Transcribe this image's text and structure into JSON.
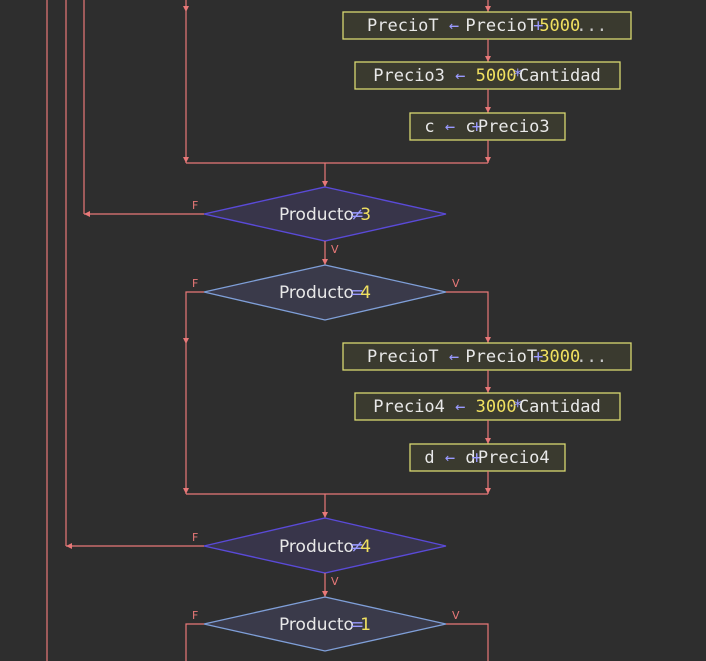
{
  "colors": {
    "background": "#2e2e2e",
    "flow_line": "#e87878",
    "process_border": "#d8d870",
    "process_fill": "#3a3a2f",
    "decision_border_blue": "#7f9fd8",
    "decision_border_purple": "#5a4ad8",
    "text": "#e8e8e8",
    "operator": "#9a9aff",
    "number": "#f0e060"
  },
  "blocks": {
    "b1": {
      "var": "PrecioT",
      "arrow": "←",
      "expr_var": "PrecioT",
      "op": "+",
      "num": "5000",
      "rest": "..."
    },
    "b2": {
      "var": "Precio3",
      "arrow": "←",
      "num": "5000",
      "op": "*",
      "expr_var": "Cantidad"
    },
    "b3": {
      "var": "c",
      "arrow": "←",
      "expr_var": "c",
      "op": "+",
      "rest": "Precio3"
    },
    "b4": {
      "var": "PrecioT",
      "arrow": "←",
      "expr_var": "PrecioT",
      "op": "+",
      "num": "3000",
      "rest": "..."
    },
    "b5": {
      "var": "Precio4",
      "arrow": "←",
      "num": "3000",
      "op": "*",
      "expr_var": "Cantidad"
    },
    "b6": {
      "var": "d",
      "arrow": "←",
      "expr_var": "d",
      "op": "+",
      "rest": "Precio4"
    }
  },
  "decisions": {
    "d1": {
      "left": "Producto",
      "op": "≠",
      "right": "3",
      "false_label": "F",
      "true_label": "V"
    },
    "d2": {
      "left": "Producto",
      "op": "=",
      "right": "4",
      "false_label": "F",
      "true_label": "V"
    },
    "d3": {
      "left": "Producto",
      "op": "≠",
      "right": "4",
      "false_label": "F",
      "true_label": "V"
    },
    "d4": {
      "left": "Producto",
      "op": "=",
      "right": "1",
      "false_label": "F",
      "true_label": "V"
    }
  }
}
